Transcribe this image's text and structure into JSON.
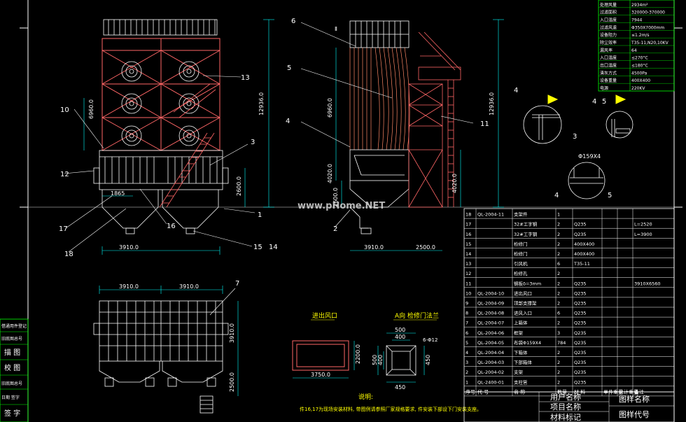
{
  "watermark": "www.pHome.NET",
  "callouts": [
    "1",
    "2",
    "3",
    "4",
    "5",
    "6",
    "7",
    "10",
    "11",
    "12",
    "13",
    "14",
    "15",
    "16",
    "17",
    "18"
  ],
  "dims": {
    "front_height_total": "12936.0",
    "front_upper": "6960.0",
    "front_hopper": "2600.0",
    "front_width": "3910.0",
    "front_stair": "1865",
    "side_height_total": "12936.0",
    "side_upper": "6960.0",
    "side_mid": "4020.0",
    "side_hopper": "2600.0",
    "side_right": "4020.0",
    "side_width_a": "3910.0",
    "side_width_b": "2500.0",
    "plan_w1": "3910.0",
    "plan_w2": "3910.0",
    "plan_h1": "3910.0",
    "plan_h2": "2500.0",
    "detail_pipe": "Φ159X4",
    "detail_mark": "Ⅱ"
  },
  "detail_inlet": {
    "title": "进出风口",
    "width": "3750.0",
    "height": "2200.0"
  },
  "detail_door": {
    "title": "A向 检修门法兰",
    "w_outer": "500",
    "w_inner": "400",
    "w_bottom": "450",
    "h_left": "500",
    "h_mid": "400",
    "h_right": "450",
    "holes": "6-Φ12"
  },
  "notes": {
    "title": "说明:",
    "text": "件16,17为现场安装材料, 带图例请参照厂家规格要求, 件安装下部设下门安装支座。"
  },
  "spec_table": [
    [
      "处理风量",
      "2934m²"
    ],
    [
      "过滤面积",
      "320000-370000"
    ],
    [
      "入口温度",
      "7944"
    ],
    [
      "过滤风速",
      "Φ350X7000mm"
    ],
    [
      "设备阻力",
      "≤1.2m/s"
    ],
    [
      "除尘效率",
      "T35-11,N20,10KV"
    ],
    [
      "漏风率",
      "64"
    ],
    [
      "入口温度",
      "≤270°C"
    ],
    [
      "出口温度",
      "≤180°C"
    ],
    [
      "清灰方式",
      "4500Pa"
    ],
    [
      "设备重量",
      "400X400"
    ],
    [
      "电源",
      "220KV"
    ]
  ],
  "parts_table": {
    "header": [
      "序号",
      "代 号",
      "名 称",
      "数量",
      "材 料",
      "单件重量",
      "总计重量",
      "备注"
    ],
    "rows": [
      [
        "18",
        "QL-2004-11",
        "支架件",
        "1",
        "",
        "",
        "",
        ""
      ],
      [
        "17",
        "",
        "32#工字钢",
        "2",
        "Q235",
        "",
        "",
        "L=2520"
      ],
      [
        "16",
        "",
        "32#工字钢",
        "2",
        "Q235",
        "",
        "",
        "L=3900"
      ],
      [
        "15",
        "",
        "检修门",
        "2",
        "400X400",
        "",
        "",
        ""
      ],
      [
        "14",
        "",
        "检修门",
        "2",
        "400X400",
        "",
        "",
        ""
      ],
      [
        "13",
        "",
        "引风机",
        "6",
        "T35-11",
        "",
        "",
        ""
      ],
      [
        "12",
        "",
        "检修孔",
        "2",
        "",
        "",
        "",
        ""
      ],
      [
        "11",
        "",
        "钢板δ=3mm",
        "2",
        "Q235",
        "",
        "",
        "3910X6560"
      ],
      [
        "10",
        "QL-2004-10",
        "进出风口",
        "2",
        "Q235",
        "",
        "",
        ""
      ],
      [
        "9",
        "QL-2004-09",
        "顶部支撑架",
        "2",
        "Q235",
        "",
        "",
        ""
      ],
      [
        "8",
        "QL-2004-08",
        "进风入口",
        "6",
        "Q235",
        "",
        "",
        ""
      ],
      [
        "7",
        "QL-2004-07",
        "上箱体",
        "2",
        "Q235",
        "",
        "",
        ""
      ],
      [
        "6",
        "QL-2004-06",
        "框架",
        "3",
        "Q235",
        "",
        "",
        ""
      ],
      [
        "5",
        "QL-2004-05",
        "布袋Φ159X4",
        "784",
        "Q235",
        "",
        "",
        ""
      ],
      [
        "4",
        "QL-2004-04",
        "下箱体",
        "2",
        "Q235",
        "",
        "",
        ""
      ],
      [
        "3",
        "QL-2004-03",
        "下部箱体",
        "2",
        "Q235",
        "",
        "",
        ""
      ],
      [
        "2",
        "QL-2004-02",
        "支架",
        "2",
        "Q235",
        "",
        "",
        ""
      ],
      [
        "1",
        "QL-2400-01",
        "支柱管",
        "2",
        "Q235",
        "",
        "",
        ""
      ]
    ]
  },
  "title_block": {
    "user_name": "用户名称",
    "project_name": "项目名称",
    "material_mark": "材料标记",
    "drawing_name": "图样名称",
    "drawing_code": "图样代号"
  },
  "left_strip": [
    "借通用件登记",
    "旧底图总号",
    "描 图",
    "校 图",
    "旧底图总号",
    "日期 签字",
    "签 字"
  ],
  "colors": {
    "background": "#000000",
    "frame": "#ffffff",
    "outline": "#00ff00",
    "structure": "#ffffff",
    "stairs": "#ff6666",
    "fan": "#ffffff",
    "dimension": "#00ffff",
    "text_yellow": "#ffff00",
    "table_text": "#ffffff"
  }
}
